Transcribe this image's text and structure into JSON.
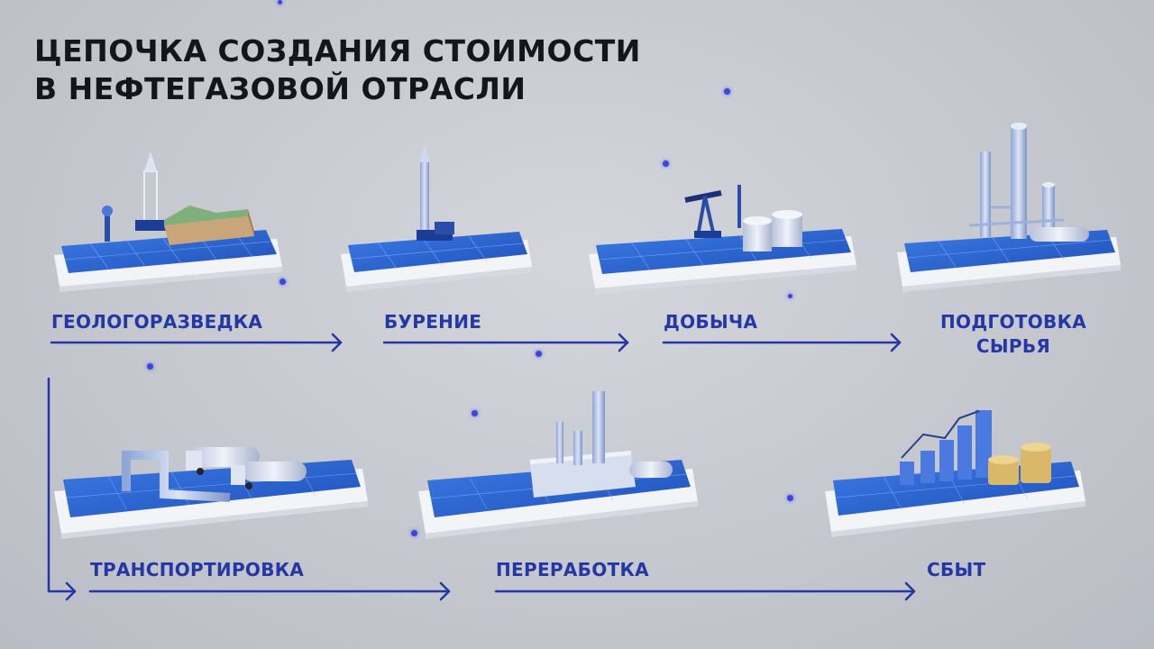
{
  "title": {
    "line1": "ЦЕПОЧКА СОЗДАНИЯ СТОИМОСТИ",
    "line2": "В НЕФТЕГАЗОВОЙ ОТРАСЛИ"
  },
  "stages": [
    {
      "id": "geology",
      "label": "ГЕОЛОГОРАЗВЕДКА",
      "illustration": "survey-rig-terrain"
    },
    {
      "id": "drilling",
      "label": "БУРЕНИЕ",
      "illustration": "drilling-tower"
    },
    {
      "id": "production",
      "label": "ДОБЫЧА",
      "illustration": "pumpjack-tanks"
    },
    {
      "id": "preparation",
      "label_line1": "ПОДГОТОВКА",
      "label_line2": "СЫРЬЯ",
      "illustration": "separation-columns"
    },
    {
      "id": "transport",
      "label": "ТРАНСПОРТИРОВКА",
      "illustration": "pipeline-tankers"
    },
    {
      "id": "processing",
      "label": "ПЕРЕРАБОТКА",
      "illustration": "refinery"
    },
    {
      "id": "sales",
      "label": "СБЫТ",
      "illustration": "growth-chart-coins"
    }
  ],
  "colors": {
    "accent": "#2437a6",
    "title": "#15161c",
    "platform": "#2f66d6",
    "platform_base": "#eef0f5",
    "background": "#c6c8cf"
  }
}
